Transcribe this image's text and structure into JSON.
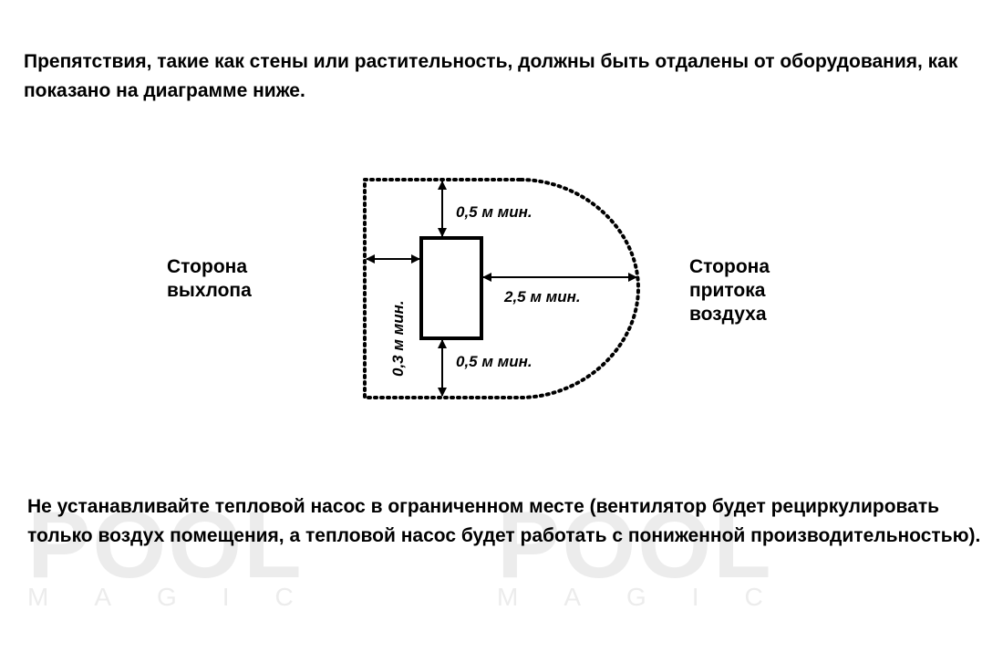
{
  "intro_text": "Препятствия, такие как стены или растительность, должны быть отдалены от оборудования, как показано на диаграмме ниже.",
  "labels": {
    "exhaust_line1": "Сторона",
    "exhaust_line2": "выхлопа",
    "intake_line1": "Сторона",
    "intake_line2": "притока",
    "intake_line3": "воздуха"
  },
  "dimensions": {
    "top": "0,5 м мин.",
    "bottom": "0,5 м мин.",
    "right": "2,5 м мин.",
    "left": "0,3 м мин."
  },
  "warning_text": "Не устанавливайте тепловой насос в ограниченном месте (вентилятор будет рециркулировать только воздух помещения, а тепловой насос будет работать с пониженной  производительностью).",
  "watermark": {
    "big": "POOL",
    "small": "MAGIC"
  }
}
